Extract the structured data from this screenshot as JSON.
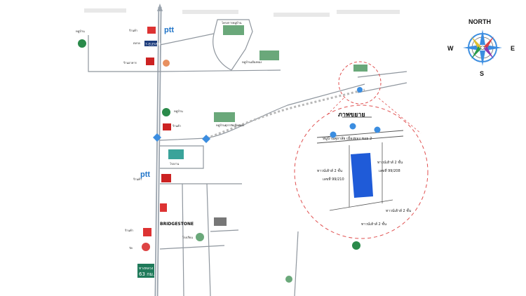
{
  "map": {
    "brand_ptt": "ptt",
    "store_sign": "7-ELEVEN",
    "tire_sign": "BRIDGESTONE",
    "km_marker_top": "ทางหลวง",
    "km_marker_bottom": "63 กม.",
    "zoom_title": "ภาพขยาย",
    "road_label": "หมู่บ้านศุภาลัย เมืองทอง ซอย 2",
    "plot_left_line1": "ทาวน์เฮ้าส์ 2 ชั้น",
    "plot_left_line2": "เลขที่ 99/210",
    "plot_right_line1": "ทาวน์เฮ้าส์ 2 ชั้น",
    "plot_right_line2": "เลขที่ 99/208",
    "plot_bottom_right": "ทาวน์เฮ้าส์ 2 ชั้น",
    "plot_bottom": "ทาวน์เฮ้าส์ 2 ชั้น",
    "place_labels": [
      "หมู่บ้าน",
      "โครงการหมู่บ้าน",
      "หมู่บ้านเมืองทอง",
      "ร้านค้า",
      "ร้านอาหาร",
      "ตลาด",
      "หมู่บ้าน",
      "ร้านค้า",
      "หมู่บ้านศุภาลัยเมืองทอง",
      "โรงงาน",
      "ร้านค้า",
      "ร้านค้า",
      "โรงเรียน",
      "วัด"
    ],
    "compass": {
      "north": "NORTH",
      "south": "S",
      "east": "E",
      "west": "W"
    },
    "colors": {
      "plot": "#1f5bd8",
      "zoom_circle": "#e05050",
      "road": "#9aa3ad",
      "ptt": "#1e73c8"
    }
  }
}
